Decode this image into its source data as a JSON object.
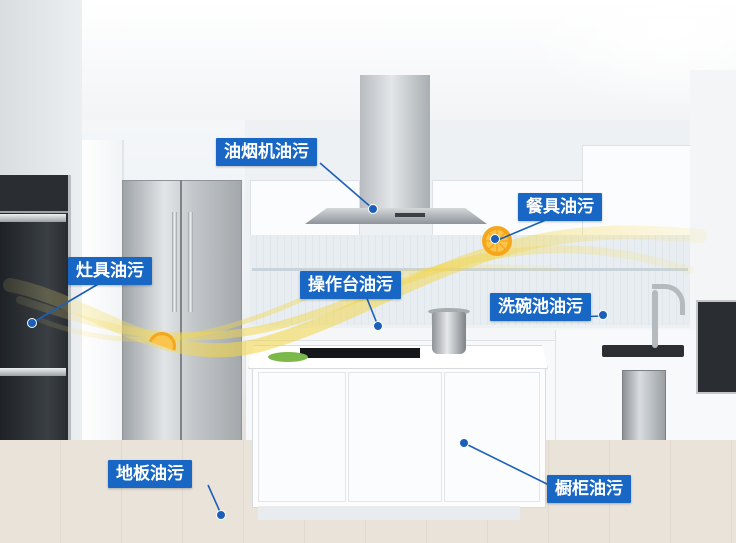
{
  "scene": "kitchen",
  "labels": {
    "hood": "油烟机油污",
    "tableware": "餐具油污",
    "stove": "灶具油污",
    "countertop": "操作台油污",
    "sink": "洗碗池油污",
    "floor": "地板油污",
    "cabinet": "橱柜油污"
  },
  "colors": {
    "label_bg": "#1967c4",
    "label_text": "#ffffff",
    "swirl": "#f2d64a"
  },
  "icons": [
    "orange-slice-icon",
    "orange-slice-icon"
  ]
}
